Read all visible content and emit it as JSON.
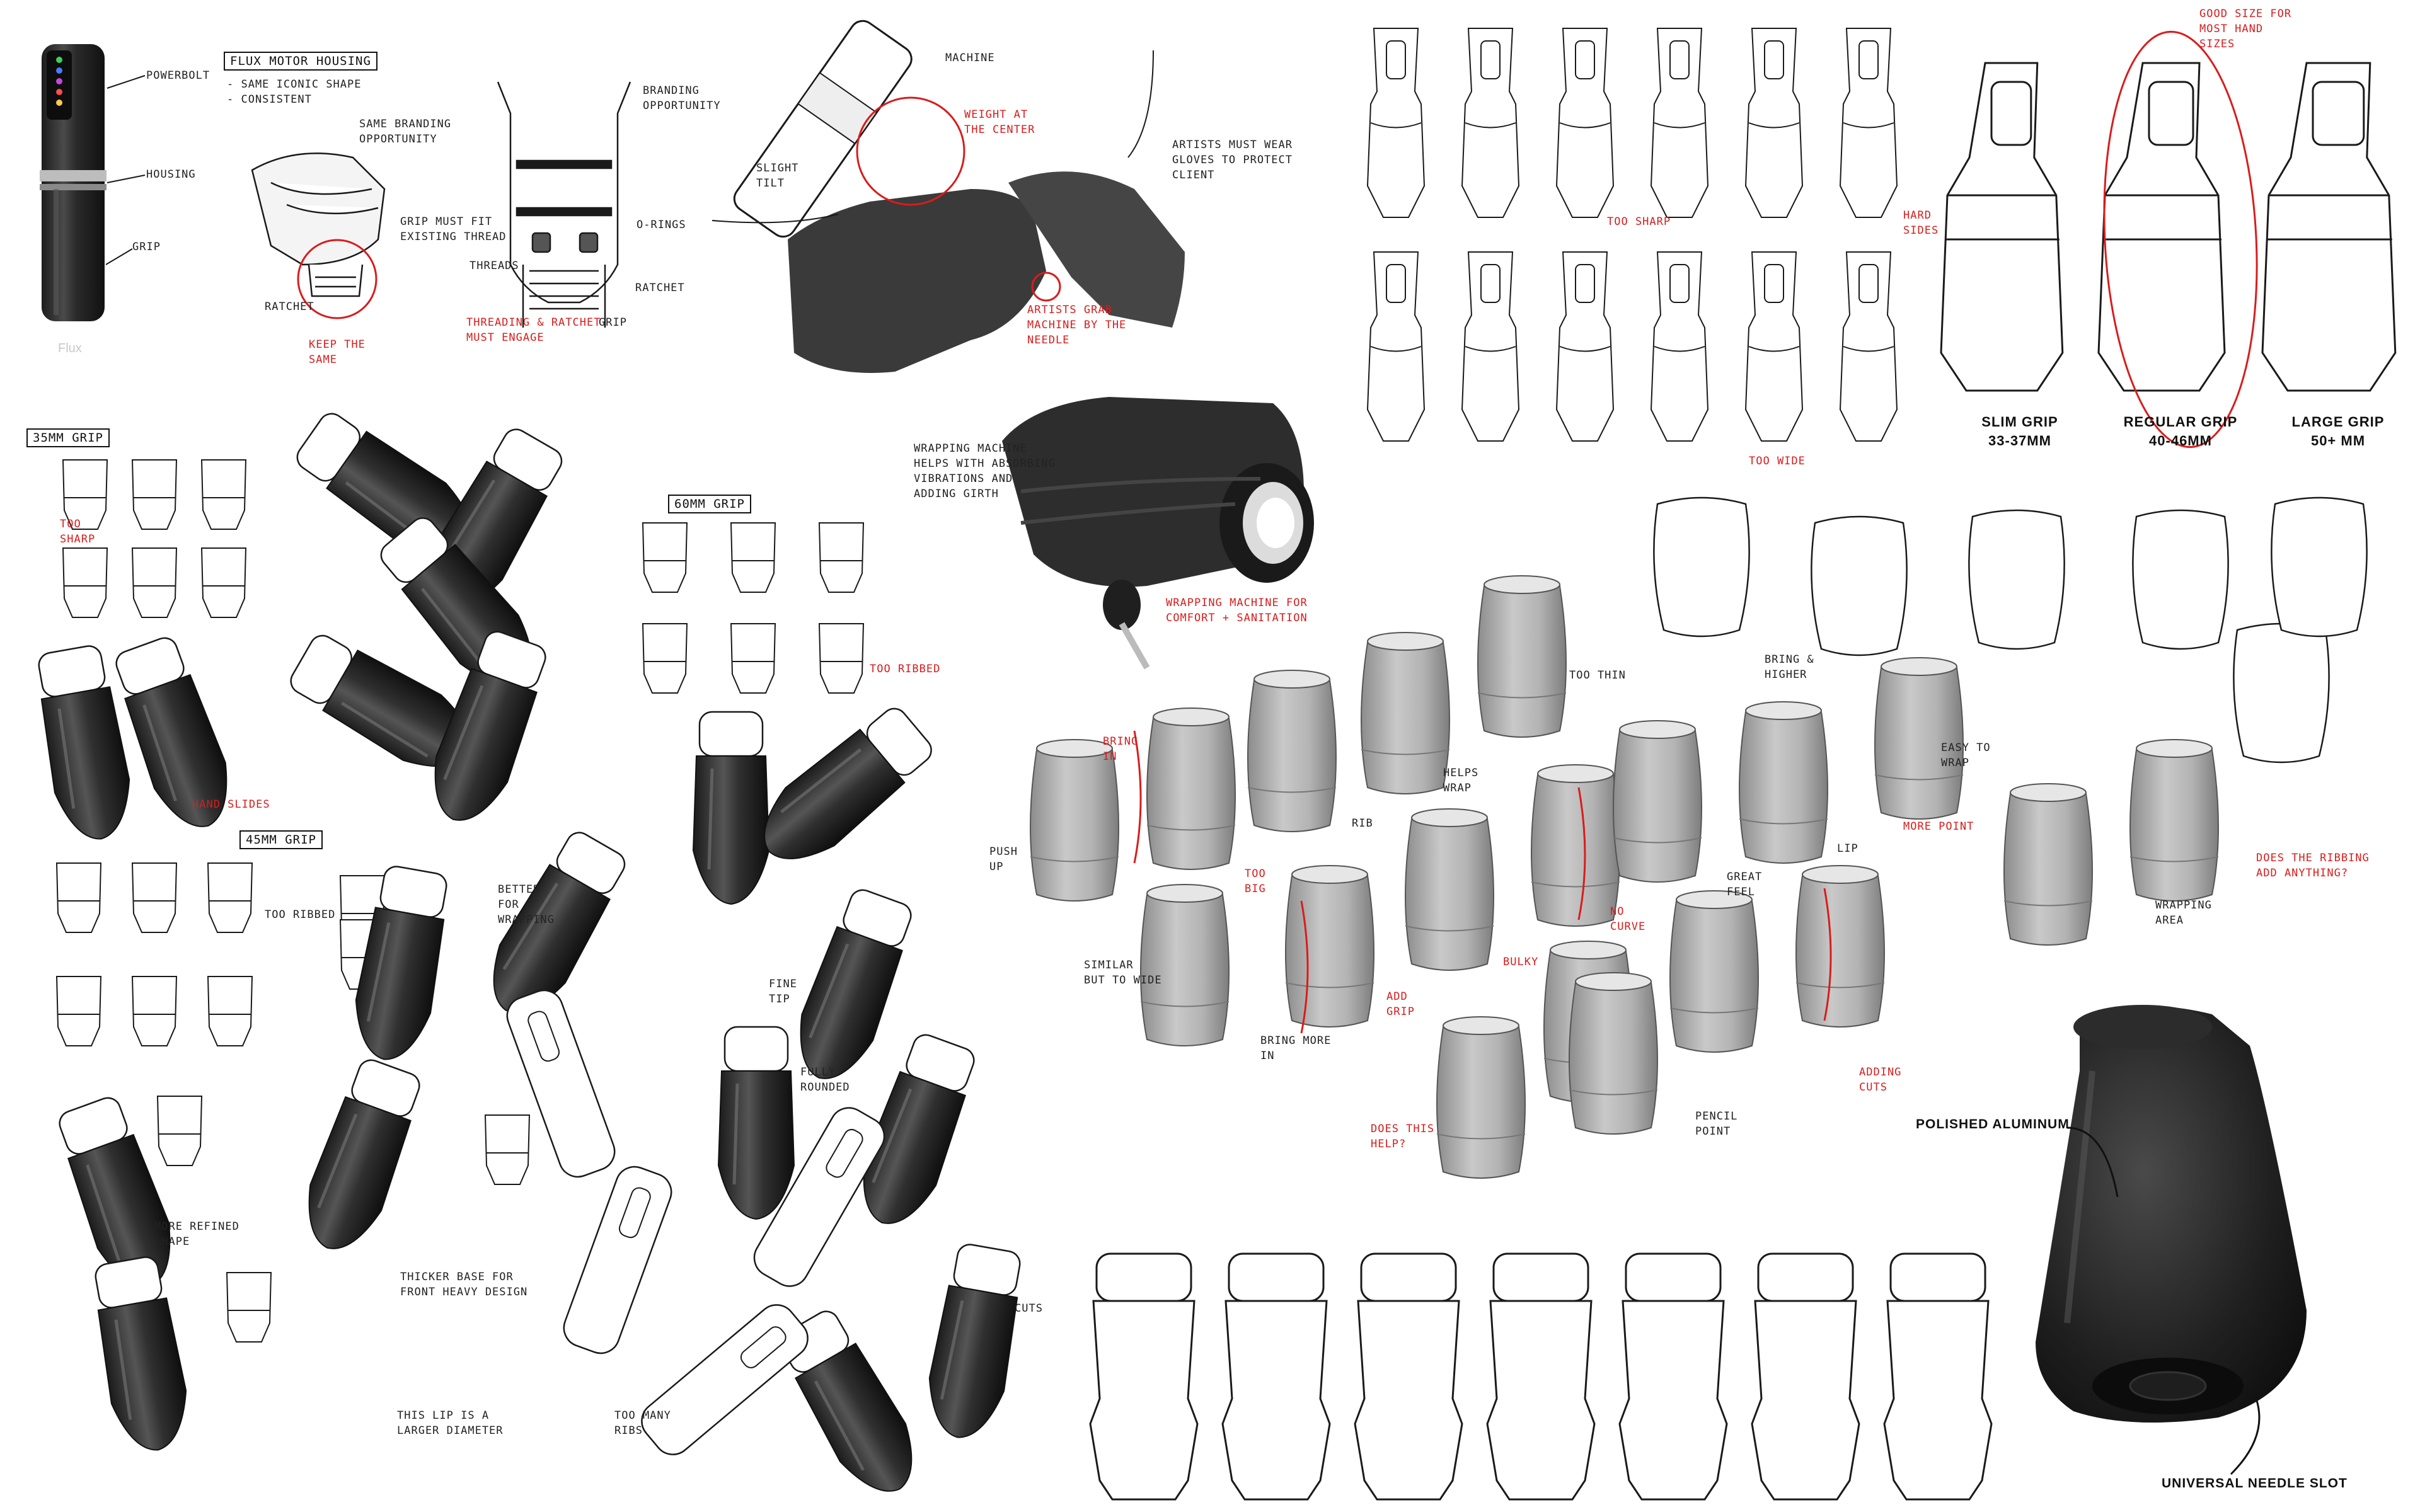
{
  "product": {
    "name": "Flux"
  },
  "colors": {
    "ink": "#1a1a1a",
    "red": "#d91c1c",
    "shade": "#9a9a9a",
    "render": "#2b2b2b"
  },
  "section_tags": {
    "grip_35": "35mm Grip",
    "grip_60": "60mm Grip",
    "grip_45": "45mm Grip",
    "flux_motor": "Flux Motor Housing"
  },
  "notes": {
    "powerbolt": "Powerbolt",
    "housing": "Housing",
    "grip": "Grip",
    "flux_list": "- Same iconic shape\n- Consistent",
    "same_branding": "Same branding\nopportunity",
    "grip_fit": "Grip must fit\nexisting thread",
    "ratchet": "Ratchet",
    "keep_same": "Keep the\nsame",
    "threading": "Threading & Ratchet\nmust engage",
    "branding_opp": "Branding\nopportunity",
    "o_rings": "O-Rings",
    "ratchet2": "Ratchet",
    "threads": "Threads",
    "grip2": "Grip",
    "machine": "Machine",
    "weight_center": "Weight at\nthe center",
    "slight_tilt": "Slight\ntilt",
    "gloves": "Artists must wear\ngloves to protect\nclient",
    "grab_machine": "Artists grab\nmachine by the\nneedle",
    "wrapping": "Wrapping machine\nhelps with absorbing\nvibrations and\nadding girth",
    "wrap_comfort": "Wrapping machine for\ncomfort + sanitation",
    "too_sharp_1": "Too sharp",
    "too_sharp_2": "Too\nsharp",
    "too_wide": "Too wide",
    "hard_sides": "Hard\nsides",
    "hand_slides": "Hand slides",
    "too_ribbed_1": "Too ribbed",
    "too_ribbed_2": "Too ribbed",
    "better_wrapping": "Better\nfor\nwrapping",
    "fine_tip": "Fine\ntip",
    "fully_rounded": "Fully\nrounded",
    "more_refined": "More refined\nshape",
    "thicker_base": "Thicker base for\nfront heavy design",
    "larger_diameter": "This lip is a\nlarger diameter",
    "too_many_ribs": "Too many\nribs",
    "cuts": "Cuts",
    "good_size": "Good size for\nmost hand\nsizes",
    "bring_in": "Bring\nin",
    "too_big": "Too\nbig",
    "rib": "Rib",
    "helps_wrap": "Helps\nwrap",
    "too_thin": "Too thin",
    "bring_higher": "Bring &\nhigher",
    "easy_wrap": "Easy to\nwrap",
    "lip": "Lip",
    "more_point": "More point",
    "good_ribbing": "Does the ribbing\nadd anything?",
    "wrapping_area": "Wrapping\narea",
    "push_up": "Push\nup",
    "similar_wide": "Similar\nbut to wide",
    "bring_more_in": "Bring more\nin",
    "add_grip": "Add\ngrip",
    "no_curve": "No\ncurve",
    "bulky": "Bulky",
    "great_feel": "Great\nfeel",
    "adding_cuts": "Adding\ncuts",
    "pencil_point": "Pencil\npoint",
    "does_help": "Does this\nhelp?"
  },
  "sizes": [
    {
      "name": "Slim Grip",
      "range": "33-37mm"
    },
    {
      "name": "Regular Grip",
      "range": "40-46mm"
    },
    {
      "name": "Large Grip",
      "range": "50+ mm"
    }
  ],
  "render_callouts": {
    "top": "Polished Aluminum",
    "bottom": "Universal Needle Slot"
  }
}
